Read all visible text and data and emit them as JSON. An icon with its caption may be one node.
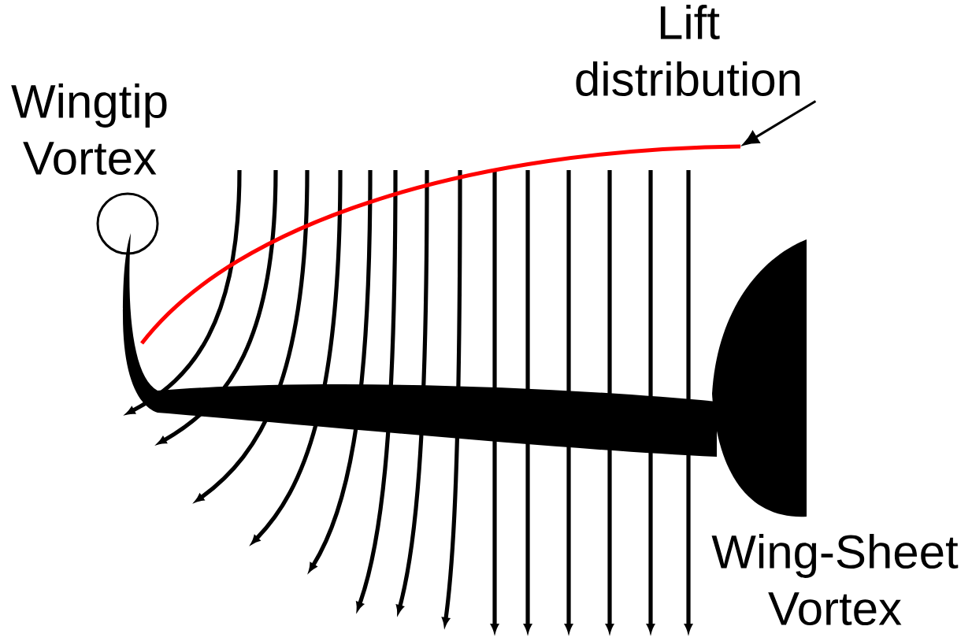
{
  "diagram": {
    "nodes": [
      {
        "text": [
          "Lift distribution"
        ]
      },
      {
        "text": [],
        "shape": "line"
      }
    ],
    "edges": [
      {
        "from": 0,
        "to": 1,
        "arrow": "to"
      }
    ],
    "labels": [
      "Wingtip Vortex",
      "Wing-Sheet Vortex"
    ]
  }
}
